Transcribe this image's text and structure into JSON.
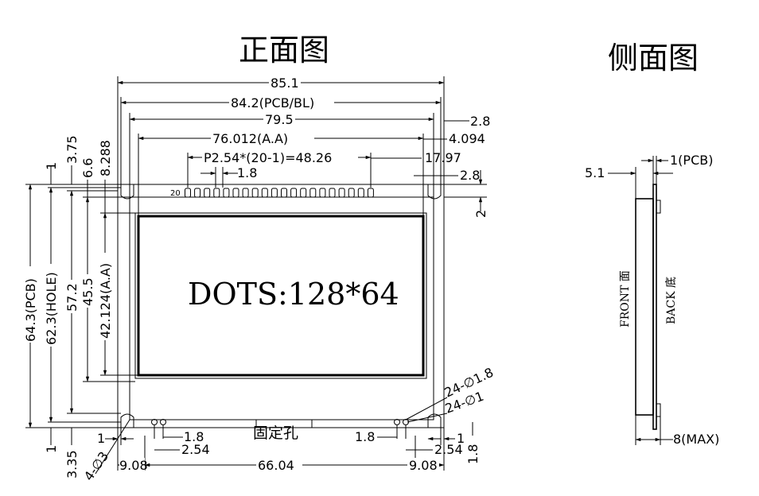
{
  "titles": {
    "front": "正面图",
    "side": "侧面图"
  },
  "display": {
    "dots_label": "DOTS:128*64"
  },
  "labels": {
    "fixing_hole": "固定孔",
    "pin_number": "20",
    "front_face": "FRONT 面",
    "back_face": "BACK 底"
  },
  "dimensions": {
    "top": {
      "overall": "85.1",
      "pcb_bl": "84.2(PCB/BL)",
      "outline": "79.5",
      "active_area": "76.012(A.A)",
      "pin_pitch": "P2.54*(20-1)=48.26",
      "pin_width": "1.8"
    },
    "right": {
      "r1": "2.8",
      "r2": "4.094",
      "r3": "17.97",
      "r4": "2.8",
      "r5": "2"
    },
    "left": {
      "top_1": "1",
      "top_375": "3.75",
      "top_66": "6.6",
      "top_8288": "8.288",
      "pcb_height": "64.3(PCB)",
      "hole_spacing": "62.3(HOLE)",
      "outline_h": "57.2",
      "view_h": "45.5",
      "aa_h": "42.124(A.A)",
      "bottom_1": "1",
      "bottom_335": "3.35"
    },
    "bottom": {
      "l_1": "1",
      "l_18": "1.8",
      "l_254": "2.54",
      "hole_4": "4-∅3",
      "l_908": "9.08",
      "center_6604": "66.04",
      "r_908": "9.08",
      "r_18": "1.8",
      "r_1": "1",
      "r_254": "2.54",
      "r_18v": "1.8",
      "hole_24_18": "24-∅1.8",
      "hole_24_1": "24-∅1"
    },
    "side": {
      "pcb_thk": "1(PCB)",
      "depth": "5.1",
      "max": "8(MAX)"
    }
  }
}
